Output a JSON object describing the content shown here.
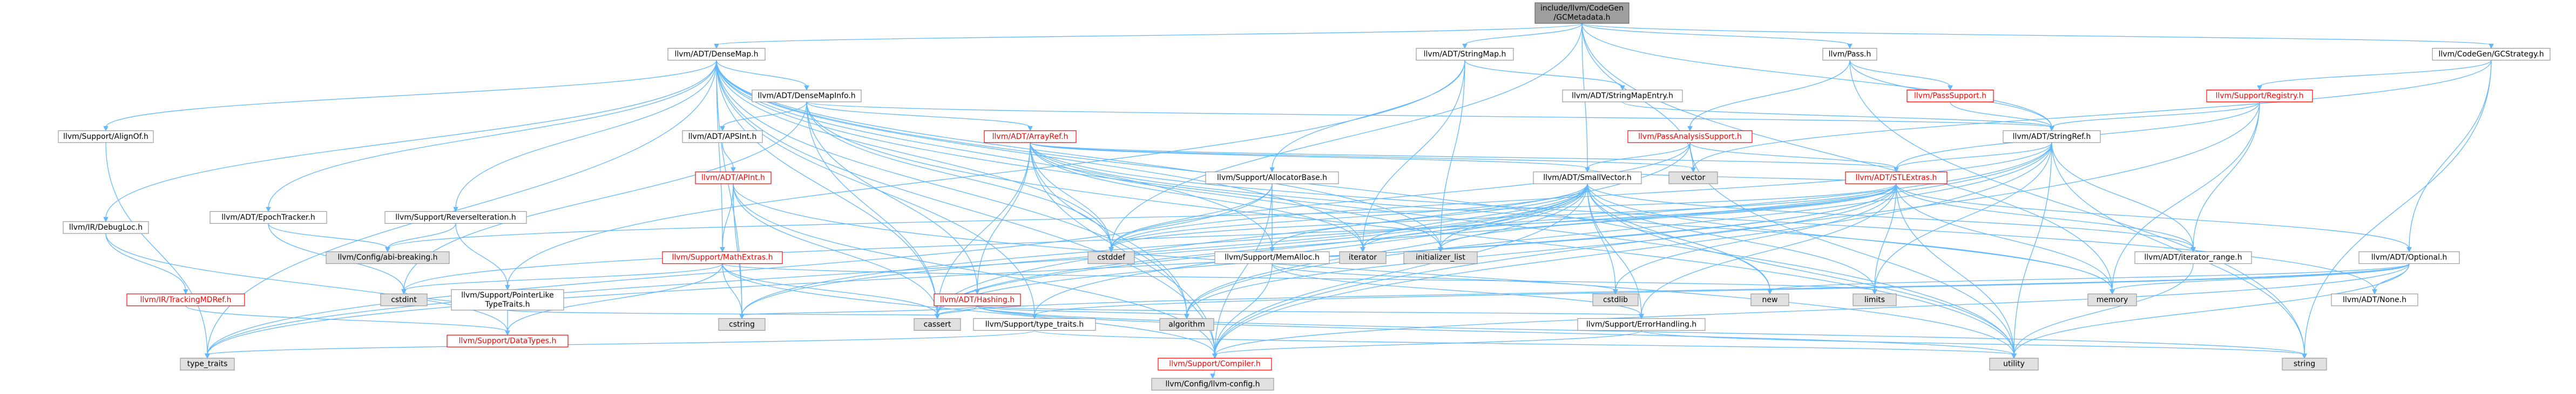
{
  "title": "include/llvm/CodeGen/GCMetadata.h",
  "colors": {
    "edge": "#63b8ff",
    "node_fill": "#ffffff",
    "node_stroke": "#9a9a9a",
    "node_text": "#000000",
    "red_node_stroke": "#ff0000",
    "red_node_text": "#ff0000",
    "grey_node_fill": "#e0e0e0",
    "grey_node_stroke": "#999999",
    "root_fill": "#9f9f9f",
    "root_stroke": "#666666"
  },
  "nodes": [
    {
      "id": "root",
      "lines": [
        "include/llvm/CodeGen",
        "/GCMetadata.h"
      ],
      "style": "root"
    },
    {
      "id": "densemap",
      "lines": [
        "llvm/ADT/DenseMap.h"
      ],
      "style": "normal"
    },
    {
      "id": "stringmap",
      "lines": [
        "llvm/ADT/StringMap.h"
      ],
      "style": "normal"
    },
    {
      "id": "pass",
      "lines": [
        "llvm/Pass.h"
      ],
      "style": "normal"
    },
    {
      "id": "gcstrategy",
      "lines": [
        "llvm/CodeGen/GCStrategy.h"
      ],
      "style": "normal"
    },
    {
      "id": "densemapinfo",
      "lines": [
        "llvm/ADT/DenseMapInfo.h"
      ],
      "style": "normal"
    },
    {
      "id": "alignof",
      "lines": [
        "llvm/Support/AlignOf.h"
      ],
      "style": "normal"
    },
    {
      "id": "debugloc",
      "lines": [
        "llvm/IR/DebugLoc.h"
      ],
      "style": "normal"
    },
    {
      "id": "stringmapentry",
      "lines": [
        "llvm/ADT/StringMapEntry.h"
      ],
      "style": "normal"
    },
    {
      "id": "passsupport",
      "lines": [
        "llvm/PassSupport.h"
      ],
      "style": "red"
    },
    {
      "id": "registry",
      "lines": [
        "llvm/Support/Registry.h"
      ],
      "style": "red"
    },
    {
      "id": "apsint",
      "lines": [
        "llvm/ADT/APSInt.h"
      ],
      "style": "normal"
    },
    {
      "id": "arrayref",
      "lines": [
        "llvm/ADT/ArrayRef.h"
      ],
      "style": "red"
    },
    {
      "id": "passanalysis",
      "lines": [
        "llvm/PassAnalysisSupport.h"
      ],
      "style": "red"
    },
    {
      "id": "stringref",
      "lines": [
        "llvm/ADT/StringRef.h"
      ],
      "style": "normal"
    },
    {
      "id": "epochtracker",
      "lines": [
        "llvm/ADT/EpochTracker.h"
      ],
      "style": "normal"
    },
    {
      "id": "reverseiter",
      "lines": [
        "llvm/Support/ReverseIteration.h"
      ],
      "style": "normal"
    },
    {
      "id": "apint",
      "lines": [
        "llvm/ADT/APInt.h"
      ],
      "style": "red"
    },
    {
      "id": "allocatorbase",
      "lines": [
        "llvm/Support/AllocatorBase.h"
      ],
      "style": "normal"
    },
    {
      "id": "smallvector",
      "lines": [
        "llvm/ADT/SmallVector.h"
      ],
      "style": "normal"
    },
    {
      "id": "vector",
      "lines": [
        "vector"
      ],
      "style": "grey"
    },
    {
      "id": "stlextras",
      "lines": [
        "llvm/ADT/STLExtras.h"
      ],
      "style": "red"
    },
    {
      "id": "abibreaking",
      "lines": [
        "llvm/Config/abi-breaking.h"
      ],
      "style": "grey"
    },
    {
      "id": "mathextras",
      "lines": [
        "llvm/Support/MathExtras.h"
      ],
      "style": "red"
    },
    {
      "id": "memalloc",
      "lines": [
        "llvm/Support/MemAlloc.h"
      ],
      "style": "normal"
    },
    {
      "id": "cstddef",
      "lines": [
        "cstddef"
      ],
      "style": "grey"
    },
    {
      "id": "iterator",
      "lines": [
        "iterator"
      ],
      "style": "grey"
    },
    {
      "id": "initlist",
      "lines": [
        "initializer_list"
      ],
      "style": "grey"
    },
    {
      "id": "iterrange",
      "lines": [
        "llvm/ADT/iterator_range.h"
      ],
      "style": "normal"
    },
    {
      "id": "optional",
      "lines": [
        "llvm/ADT/Optional.h"
      ],
      "style": "normal"
    },
    {
      "id": "trackingmd",
      "lines": [
        "llvm/IR/TrackingMDRef.h"
      ],
      "style": "red"
    },
    {
      "id": "cstdint",
      "lines": [
        "cstdint"
      ],
      "style": "grey"
    },
    {
      "id": "ptrtraits",
      "lines": [
        "llvm/Support/PointerLike",
        "TypeTraits.h"
      ],
      "style": "normal"
    },
    {
      "id": "hashing",
      "lines": [
        "llvm/ADT/Hashing.h"
      ],
      "style": "red"
    },
    {
      "id": "cstdlib",
      "lines": [
        "cstdlib"
      ],
      "style": "grey"
    },
    {
      "id": "new",
      "lines": [
        "new"
      ],
      "style": "grey"
    },
    {
      "id": "limits",
      "lines": [
        "limits"
      ],
      "style": "grey"
    },
    {
      "id": "memory",
      "lines": [
        "memory"
      ],
      "style": "grey"
    },
    {
      "id": "none",
      "lines": [
        "llvm/ADT/None.h"
      ],
      "style": "normal"
    },
    {
      "id": "cstring",
      "lines": [
        "cstring"
      ],
      "style": "grey"
    },
    {
      "id": "cassert",
      "lines": [
        "cassert"
      ],
      "style": "grey"
    },
    {
      "id": "typetraits_llvm",
      "lines": [
        "llvm/Support/type_traits.h"
      ],
      "style": "normal"
    },
    {
      "id": "algorithm",
      "lines": [
        "algorithm"
      ],
      "style": "grey"
    },
    {
      "id": "errorhandling",
      "lines": [
        "llvm/Support/ErrorHandling.h"
      ],
      "style": "normal"
    },
    {
      "id": "datatypes",
      "lines": [
        "llvm/Support/DataTypes.h"
      ],
      "style": "red"
    },
    {
      "id": "typetraits",
      "lines": [
        "type_traits"
      ],
      "style": "grey"
    },
    {
      "id": "compiler",
      "lines": [
        "llvm/Support/Compiler.h"
      ],
      "style": "red"
    },
    {
      "id": "utility",
      "lines": [
        "utility"
      ],
      "style": "grey"
    },
    {
      "id": "string",
      "lines": [
        "string"
      ],
      "style": "grey"
    },
    {
      "id": "llvmconfig",
      "lines": [
        "llvm/Config/llvm-config.h"
      ],
      "style": "grey"
    }
  ]
}
